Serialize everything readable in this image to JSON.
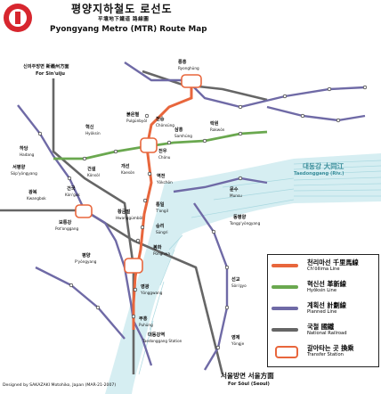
{
  "header": {
    "title_ko": "평양지하철도 로선도",
    "title_hanja": "平壤地下鐵道 路線圖",
    "title_en": "Pyongyang Metro (MTR) Route Map"
  },
  "directions": {
    "sinuiju_ko": "신의주방면 新義州方面",
    "sinuiju_en": "For Sin'uiju",
    "seoul_ko": "서울방면 서울方面",
    "seoul_en": "For Sŏul (Seoul)"
  },
  "river": {
    "name_ko": "대동강 大同江",
    "name_en": "Taedonggang (Riv.)"
  },
  "legend": {
    "items": [
      {
        "ko": "천리마선 千里馬線",
        "en": "Ch'ŏllima Line",
        "color": "#e8663c",
        "kind": "line"
      },
      {
        "ko": "혁신선 革新線",
        "en": "Hyŏksin Line",
        "color": "#6aa84f",
        "kind": "line"
      },
      {
        "ko": "계획선 計劃線",
        "en": "Planned Line",
        "color": "#6f6aa6",
        "kind": "line"
      },
      {
        "ko": "국철 國鐵",
        "en": "National Railroad",
        "color": "#666666",
        "kind": "line"
      },
      {
        "ko": "갈아타는 곳 換乘",
        "en": "Transfer Station",
        "color": "#e8663c",
        "kind": "ring"
      }
    ]
  },
  "stations": [
    {
      "ko": "역전",
      "en": "Yŏkchŏn"
    },
    {
      "ko": "부흥",
      "en": "Puhŭng"
    },
    {
      "ko": "영광",
      "en": "Yŏnggwang"
    },
    {
      "ko": "봉화",
      "en": "Ponghwa"
    },
    {
      "ko": "승리",
      "en": "Sŭngri"
    },
    {
      "ko": "통일",
      "en": "T'ongil"
    },
    {
      "ko": "개선",
      "en": "Kaesŏn"
    },
    {
      "ko": "전우",
      "en": "Chŏnu"
    },
    {
      "ko": "붉은별",
      "en": "Pulgŭnbyŏl"
    },
    {
      "ko": "광복",
      "en": "Kwangbok"
    },
    {
      "ko": "건국",
      "en": "Kŏn'guk"
    },
    {
      "ko": "황금벌",
      "en": "Hwanggŭmbŏl"
    },
    {
      "ko": "건설",
      "en": "Kŏnsŏl"
    },
    {
      "ko": "혁신",
      "en": "Hyŏksin"
    },
    {
      "ko": "전승",
      "en": "Chŏnsŭng"
    },
    {
      "ko": "삼흥",
      "en": "Samhŭng"
    },
    {
      "ko": "락원",
      "en": "Rakwŏn"
    },
    {
      "ko": "평양",
      "en": "P'yŏngyang"
    },
    {
      "ko": "보통강",
      "en": "Pot'onggang"
    },
    {
      "ko": "서평양",
      "en": "Sŏp'yŏngyang"
    },
    {
      "ko": "하당",
      "en": "Hadang"
    },
    {
      "ko": "동평양",
      "en": "Tongp'yŏngyang"
    },
    {
      "ko": "문수",
      "en": "Munsu"
    },
    {
      "ko": "룡흥",
      "en": "Ryonghŭng"
    },
    {
      "ko": "대동강역",
      "en": "Taedonggang Station"
    },
    {
      "ko": "선교",
      "en": "Sŏn'gyo"
    },
    {
      "ko": "영제",
      "en": "Yŏngje"
    }
  ],
  "footer": {
    "credit": "Designed by SAKAZAKI Motohiko, Japan (MAR-21-2007)"
  }
}
